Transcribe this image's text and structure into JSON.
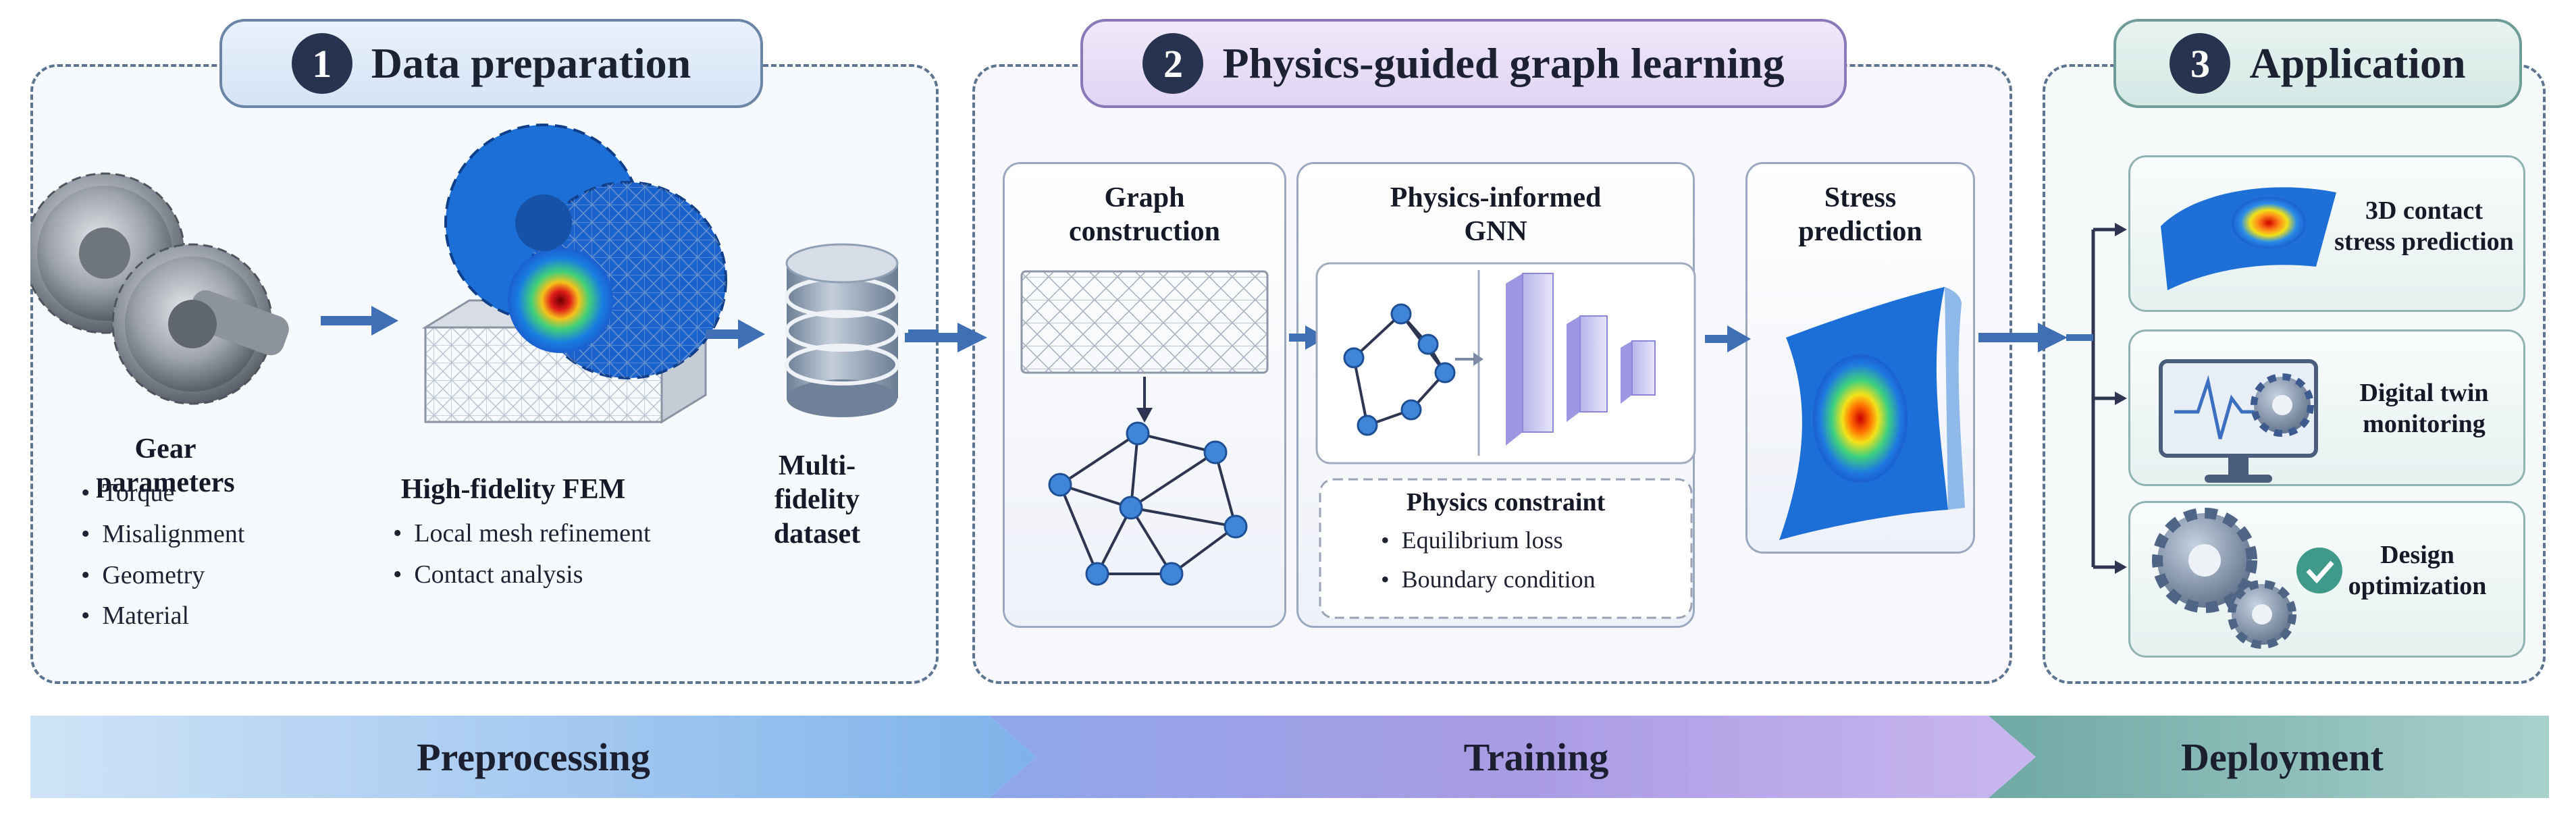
{
  "sections": {
    "data_preparation": {
      "number": "1",
      "title": "Data preparation",
      "gear": {
        "title": "Gear parameters",
        "items": [
          "Torque",
          "Misalignment",
          "Geometry",
          "Material"
        ]
      },
      "fem": {
        "title": "High-fidelity FEM",
        "items": [
          "Local mesh refinement",
          "Contact analysis"
        ]
      },
      "dataset": {
        "title_line1": "Multi-fidelity",
        "title_line2": "dataset"
      }
    },
    "graph_learning": {
      "number": "2",
      "title": "Physics-guided graph learning",
      "graph_construction": {
        "line1": "Graph",
        "line2": "construction"
      },
      "gnn": {
        "line1": "Physics-informed",
        "line2": "GNN"
      },
      "constraint": {
        "title": "Physics constraint",
        "items": [
          "Equilibrium loss",
          "Boundary condition"
        ]
      },
      "stress": {
        "line1": "Stress",
        "line2": "prediction"
      }
    },
    "application": {
      "number": "3",
      "title": "Application",
      "items": [
        {
          "line1": "3D contact",
          "line2": "stress prediction"
        },
        {
          "line1": "Digital twin",
          "line2": "monitoring"
        },
        {
          "line1": "Design",
          "line2": "optimization"
        }
      ]
    }
  },
  "bands": [
    "Preprocessing",
    "Training",
    "Deployment"
  ],
  "colors": {
    "arrow": "#3f6fb4",
    "node": "#3f86d9",
    "band_blue": "#7fb2ea",
    "band_purple": "#a99be4",
    "band_teal": "#6fa8a4"
  }
}
